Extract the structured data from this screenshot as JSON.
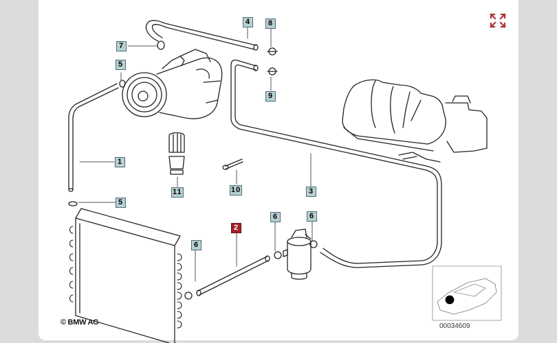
{
  "diagram": {
    "copyright": "© BMW AG",
    "image_number": "00034609",
    "selected_part": "2",
    "accent_color": "#a3202a",
    "tag_color": "#b9d0d3",
    "callouts": [
      {
        "id": "c1",
        "label": "1"
      },
      {
        "id": "c2",
        "label": "2",
        "selected": true
      },
      {
        "id": "c3",
        "label": "3"
      },
      {
        "id": "c4",
        "label": "4"
      },
      {
        "id": "c5a",
        "label": "5"
      },
      {
        "id": "c5b",
        "label": "5"
      },
      {
        "id": "c6a",
        "label": "6"
      },
      {
        "id": "c6b",
        "label": "6"
      },
      {
        "id": "c6c",
        "label": "6"
      },
      {
        "id": "c7",
        "label": "7"
      },
      {
        "id": "c8",
        "label": "8"
      },
      {
        "id": "c9",
        "label": "9"
      },
      {
        "id": "c10",
        "label": "10"
      },
      {
        "id": "c11",
        "label": "11"
      }
    ]
  },
  "controls": {
    "expand_icon": "expand-arrows-icon"
  }
}
